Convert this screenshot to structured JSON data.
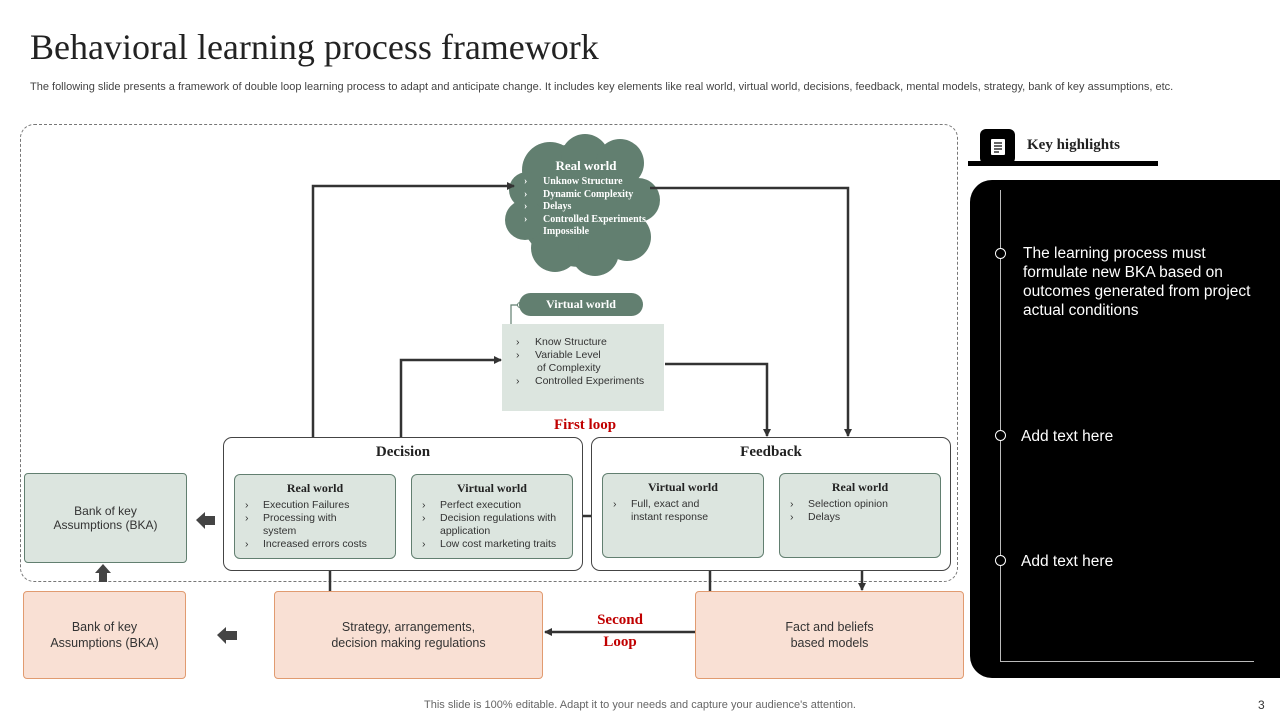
{
  "title": "Behavioral learning process framework",
  "subtitle": "The following slide presents a framework of double loop learning process to adapt and anticipate change. It includes key elements like real world, virtual world, decisions, feedback, mental models, strategy, bank of key assumptions, etc.",
  "cloud": {
    "title": "Real world",
    "items": [
      "Unknow Structure",
      "Dynamic Complexity",
      "Delays",
      "Controlled Experiments Impossible"
    ]
  },
  "virtual_world": {
    "label": "Virtual world",
    "items": [
      "Know Structure",
      "Variable Level",
      "of Complexity",
      "Controlled Experiments"
    ]
  },
  "first_loop": "First loop",
  "second_loop": {
    "line1": "Second",
    "line2": "Loop"
  },
  "decision": {
    "title": "Decision",
    "real_world": {
      "title": "Real world",
      "items": [
        "Execution Failures",
        "Processing with system",
        "Increased errors costs"
      ]
    },
    "virtual_world": {
      "title": "Virtual world",
      "items": [
        "Perfect execution",
        "Decision regulations with application",
        "Low cost marketing traits"
      ]
    }
  },
  "feedback": {
    "title": "Feedback",
    "virtual_world": {
      "title": "Virtual world",
      "items": [
        "Full, exact and instant response"
      ]
    },
    "real_world": {
      "title": "Real world",
      "items": [
        "Selection opinion",
        "Delays"
      ]
    }
  },
  "bka_top": "Bank of key Assumptions (BKA)",
  "bka_bottom": "Bank of key Assumptions (BKA)",
  "strategy": "Strategy, arrangements,\ndecision making regulations",
  "fact_models": "Fact and beliefs\nbased models",
  "key_highlights": {
    "label": "Key highlights",
    "icon": "notepad-icon",
    "items": [
      "The learning process must formulate new BKA based on outcomes generated from project actual conditions",
      "Add text here",
      "Add text here"
    ]
  },
  "footer": "This slide is 100% editable. Adapt it to your needs and capture your audience's attention.",
  "page_number": "3",
  "colors": {
    "green_dark": "#627f70",
    "green_light": "#dce5df",
    "peach": "#f9e0d4",
    "peach_border": "#e19b70",
    "loop_red": "#c00000",
    "panel_black": "#000000"
  }
}
